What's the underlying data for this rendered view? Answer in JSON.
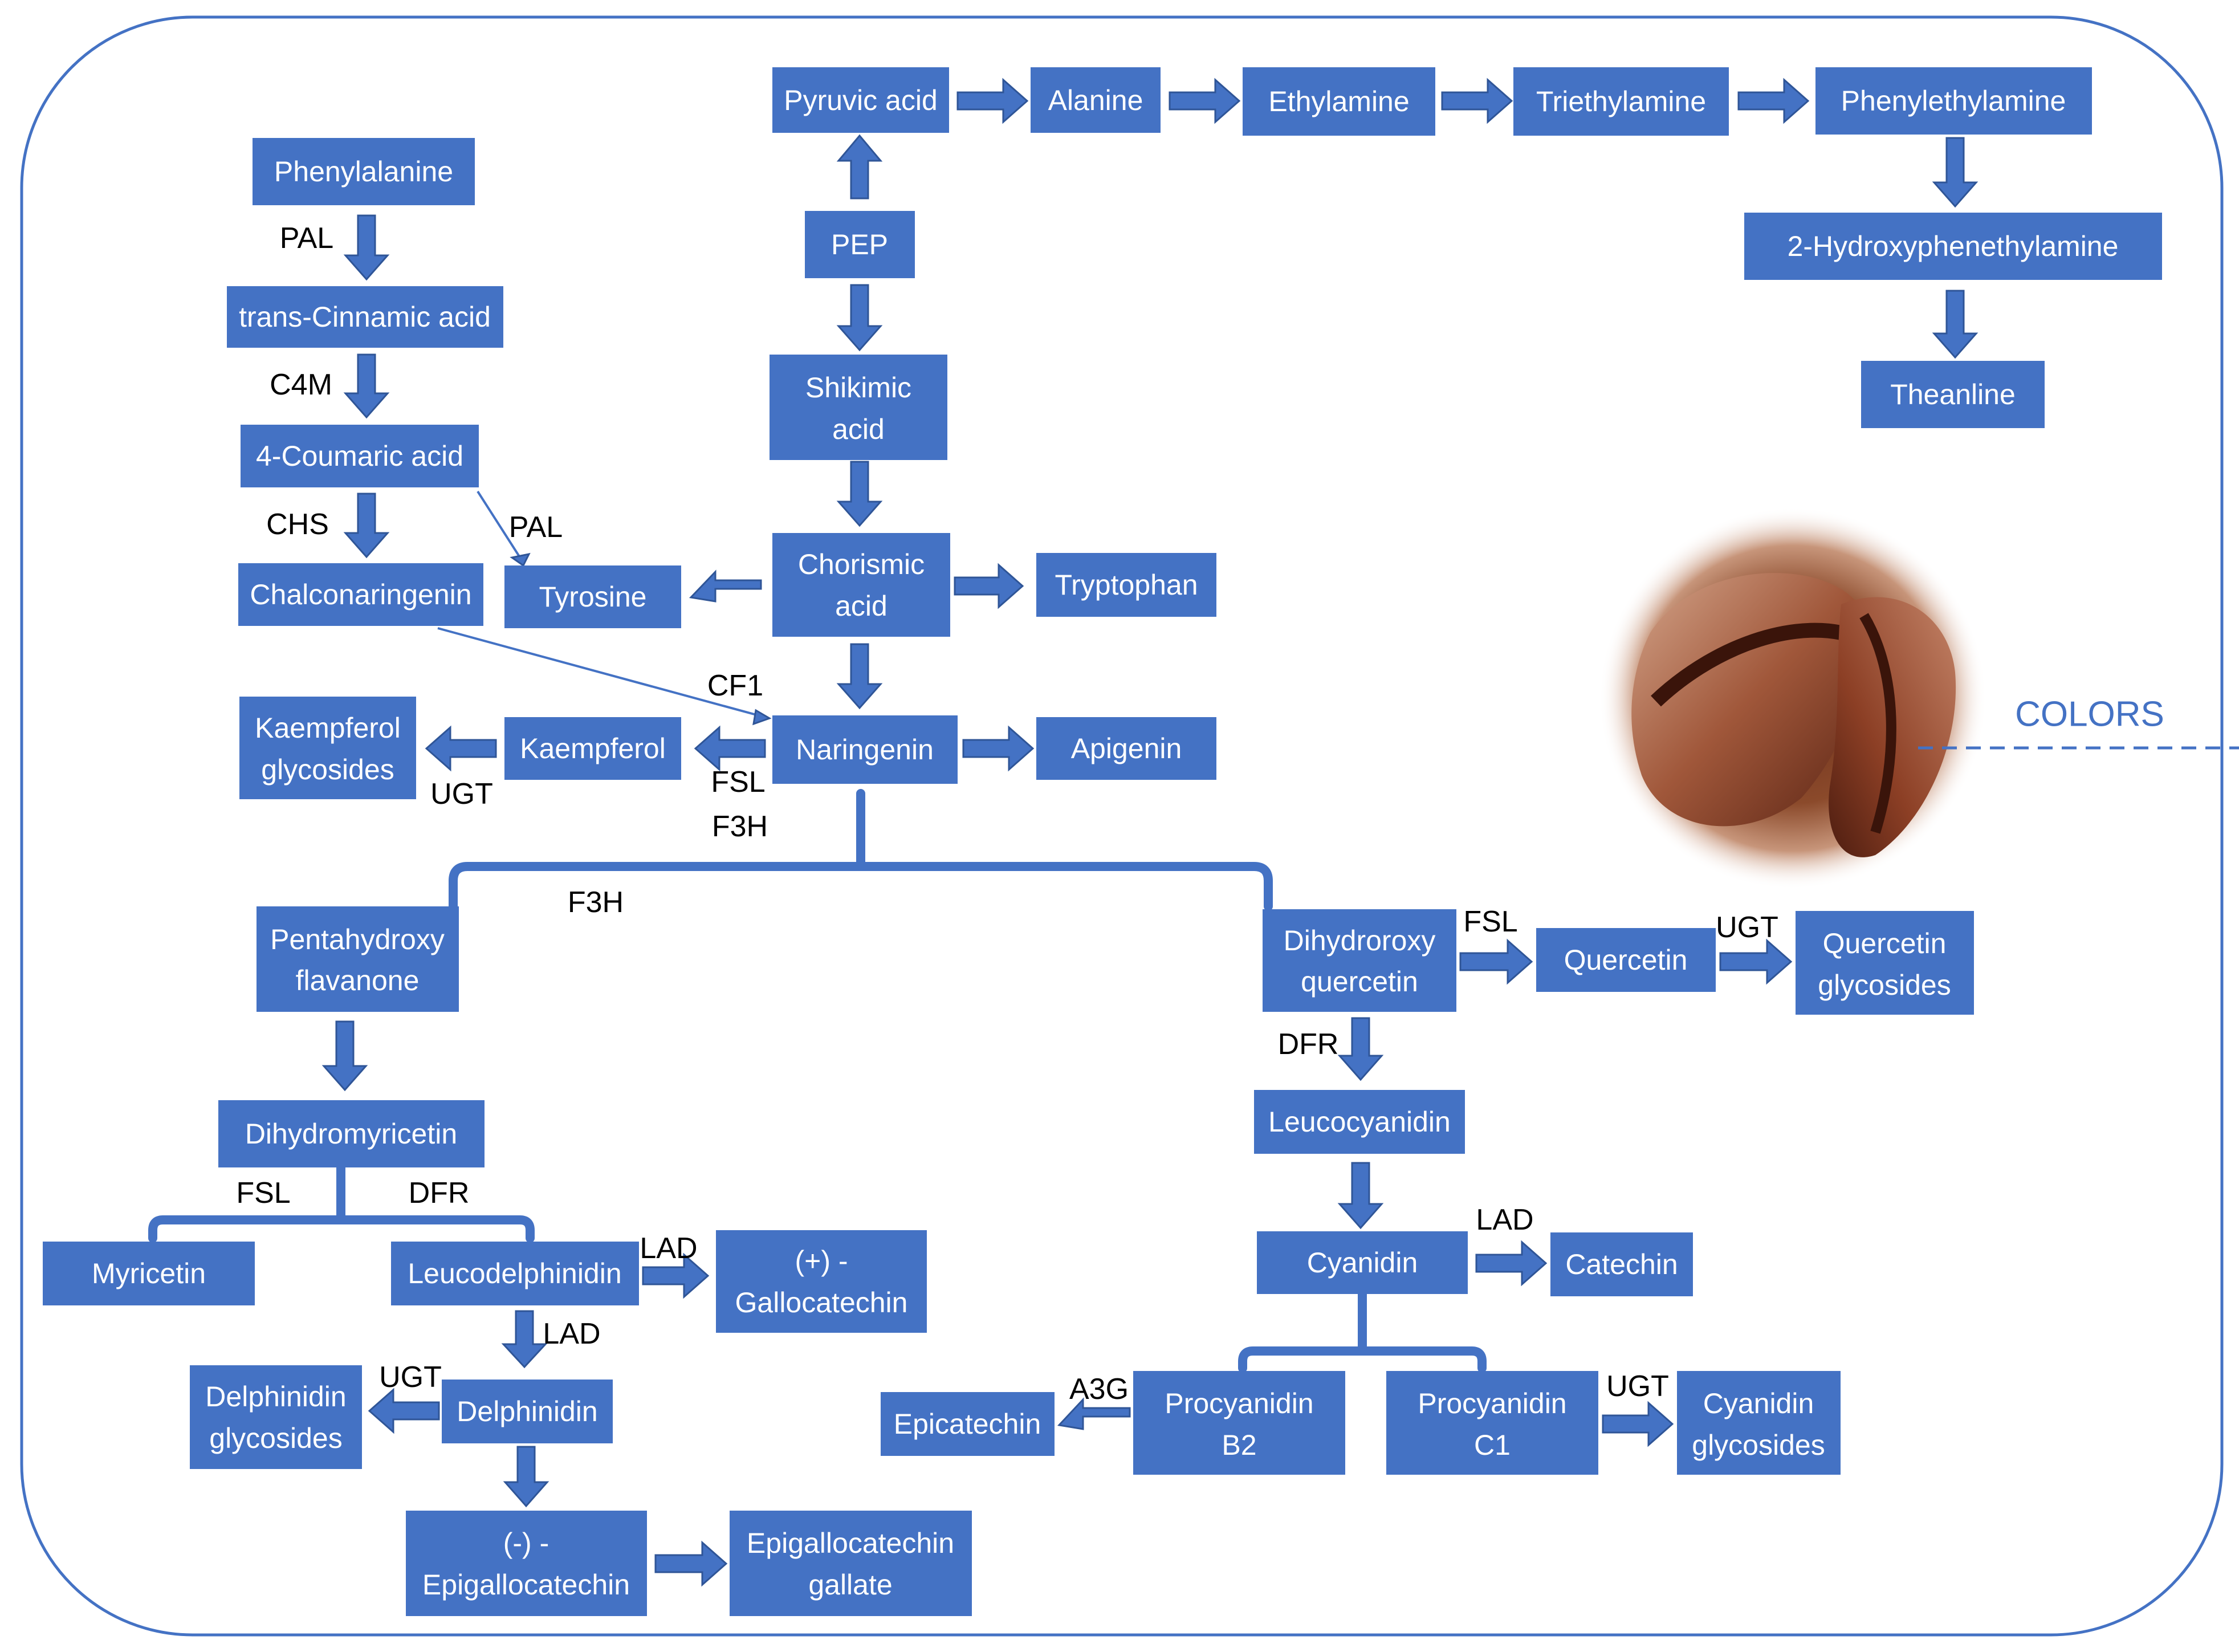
{
  "colors": {
    "box_fill": "#4472c4",
    "box_text": "#ffffff",
    "enzyme_text": "#000000",
    "frame": "#4472c4"
  },
  "nodes": {
    "pyruvic_acid": "Pyruvic acid",
    "alanine": "Alanine",
    "ethylamine": "Ethylamine",
    "triethylamine": "Triethylamine",
    "phenylethylamine": "Phenylethylamine",
    "hydroxyphenethylamine": "2-Hydroxyphenethylamine",
    "theanline": "Theanline",
    "pep": "PEP",
    "shikimic_acid": [
      "Shikimic",
      "acid"
    ],
    "chorismic_acid": [
      "Chorismic",
      "acid"
    ],
    "tryptophan": "Tryptophan",
    "phenylalanine": "Phenylalanine",
    "trans_cinnamic_acid": "trans-Cinnamic acid",
    "coumaric_acid": "4-Coumaric acid",
    "chalconaringenin": "Chalconaringenin",
    "tyrosine": "Tyrosine",
    "kaempferol_glycosides": [
      "Kaempferol",
      "glycosides"
    ],
    "kaempferol": "Kaempferol",
    "naringenin": "Naringenin",
    "apigenin": "Apigenin",
    "pentahydroxy_flavanone": [
      "Pentahydroxy",
      "flavanone"
    ],
    "dihydromyricetin": "Dihydromyricetin",
    "myricetin": "Myricetin",
    "leucodelphinidin": "Leucodelphinidin",
    "gallocatechin": [
      "(+) -",
      "Gallocatechin"
    ],
    "delphinidin_glycosides": [
      "Delphinidin",
      "glycosides"
    ],
    "delphinidin": "Delphinidin",
    "epigallocatechin": [
      "(-) -",
      "Epigallocatechin"
    ],
    "epigallocatechin_gallate": [
      "Epigallocatechin",
      "gallate"
    ],
    "dihydroroxy_quercetin": [
      "Dihydroroxy",
      "quercetin"
    ],
    "quercetin": "Quercetin",
    "quercetin_glycosides": [
      "Quercetin",
      "glycosides"
    ],
    "leucocyanidin": "Leucocyanidin",
    "cyanidin": "Cyanidin",
    "catechin": "Catechin",
    "epicatechin": "Epicatechin",
    "procyanidin_b2": [
      "Procyanidin",
      "B2"
    ],
    "procyanidin_c1": [
      "Procyanidin",
      "C1"
    ],
    "cyanidin_glycosides": [
      "Cyanidin",
      "glycosides"
    ]
  },
  "enzymes": {
    "pal_1": "PAL",
    "c4m": "C4M",
    "chs": "CHS",
    "pal_2": "PAL",
    "cf1": "CF1",
    "ugt_kaempferol": "UGT",
    "fsl_naringenin": "FSL",
    "f3h_naringenin": "F3H",
    "f3h_branch": "F3H",
    "fsl_dihydromyricetin": "FSL",
    "dfr_dihydromyricetin": "DFR",
    "lad_gallocatechin": "LAD",
    "lad_delphinidin": "LAD",
    "ugt_delphinidin": "UGT",
    "fsl_quercetin": "FSL",
    "ugt_quercetin": "UGT",
    "dfr_quercetin": "DFR",
    "lad_catechin": "LAD",
    "a3g": "A3G",
    "ugt_cyanidin": "UGT"
  },
  "side_label": "COLORS",
  "image_icon": "coffee-bean-photo"
}
